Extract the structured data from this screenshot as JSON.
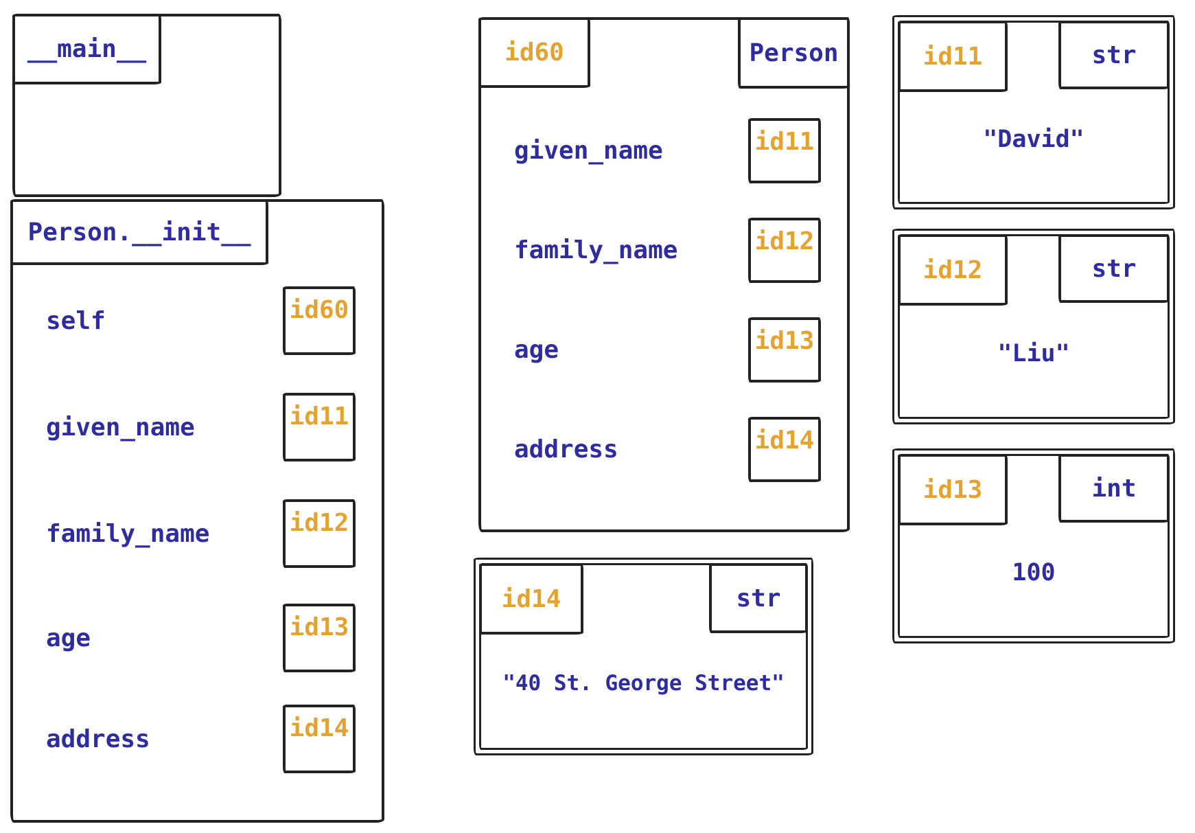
{
  "colors": {
    "line": "#222222",
    "id_tag": "#e3a32e",
    "identifier": "#2e2c9f"
  },
  "frames": [
    {
      "title": "__main__",
      "variables": []
    },
    {
      "title": "Person.__init__",
      "variables": [
        {
          "name": "self",
          "id": "id60"
        },
        {
          "name": "given_name",
          "id": "id11"
        },
        {
          "name": "family_name",
          "id": "id12"
        },
        {
          "name": "age",
          "id": "id13"
        },
        {
          "name": "address",
          "id": "id14"
        }
      ]
    }
  ],
  "objects": [
    {
      "id": "id60",
      "type": "Person",
      "attributes": [
        {
          "name": "given_name",
          "id": "id11"
        },
        {
          "name": "family_name",
          "id": "id12"
        },
        {
          "name": "age",
          "id": "id13"
        },
        {
          "name": "address",
          "id": "id14"
        }
      ]
    },
    {
      "id": "id14",
      "type": "str",
      "value": "\"40 St. George Street\""
    },
    {
      "id": "id11",
      "type": "str",
      "value": "\"David\""
    },
    {
      "id": "id12",
      "type": "str",
      "value": "\"Liu\""
    },
    {
      "id": "id13",
      "type": "int",
      "value": "100"
    }
  ]
}
